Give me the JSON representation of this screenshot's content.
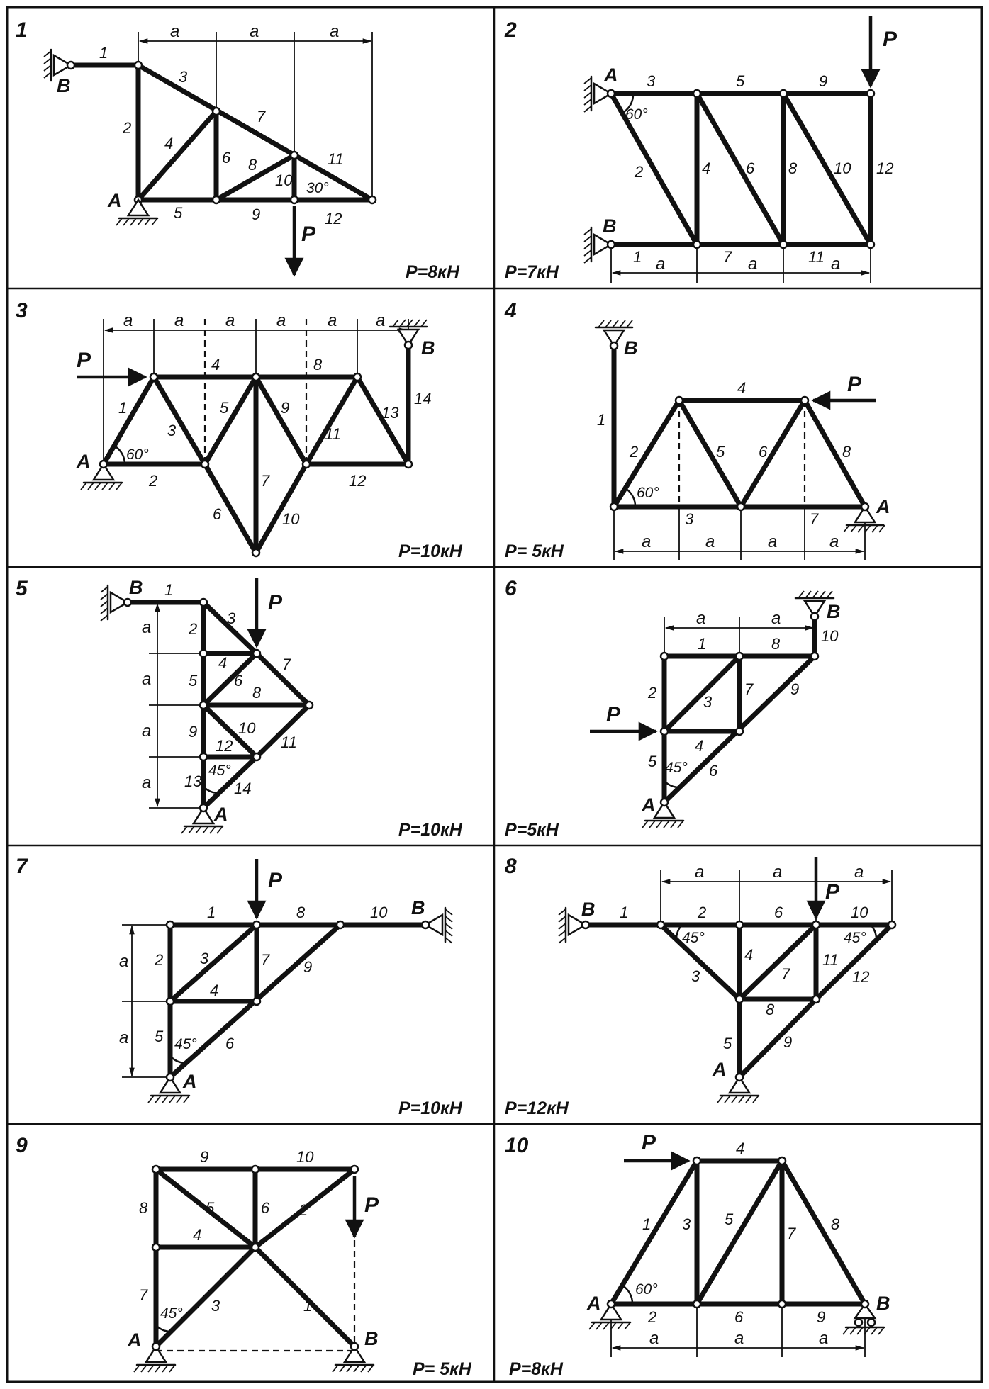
{
  "panels": [
    {
      "number": "1",
      "value": "P=8кН",
      "support_labels": [
        "A",
        "B"
      ],
      "force_label": "P",
      "dims": [
        "a",
        "a",
        "a"
      ],
      "angles": [
        "30°"
      ],
      "members": [
        "1",
        "2",
        "3",
        "4",
        "5",
        "6",
        "7",
        "8",
        "9",
        "10",
        "11",
        "12"
      ]
    },
    {
      "number": "2",
      "value": "P=7кН",
      "support_labels": [
        "A",
        "B"
      ],
      "force_label": "P",
      "dims": [
        "a",
        "a",
        "a"
      ],
      "angles": [
        "60°"
      ],
      "members": [
        "1",
        "2",
        "3",
        "4",
        "5",
        "6",
        "7",
        "8",
        "9",
        "10",
        "11",
        "12"
      ]
    },
    {
      "number": "3",
      "value": "P=10кН",
      "support_labels": [
        "A",
        "B"
      ],
      "force_label": "P",
      "dims": [
        "a",
        "a",
        "a",
        "a",
        "a",
        "a"
      ],
      "angles": [
        "60°"
      ],
      "members": [
        "1",
        "2",
        "3",
        "4",
        "5",
        "6",
        "7",
        "8",
        "9",
        "10",
        "11",
        "12",
        "13",
        "14"
      ]
    },
    {
      "number": "4",
      "value": "P= 5кН",
      "support_labels": [
        "A",
        "B"
      ],
      "force_label": "P",
      "dims": [
        "a",
        "a",
        "a",
        "a"
      ],
      "angles": [
        "60°"
      ],
      "members": [
        "1",
        "2",
        "3",
        "4",
        "5",
        "6",
        "7",
        "8"
      ]
    },
    {
      "number": "5",
      "value": "P=10кН",
      "support_labels": [
        "A",
        "B"
      ],
      "force_label": "P",
      "dims": [
        "a",
        "a",
        "a",
        "a"
      ],
      "angles": [
        "45°"
      ],
      "members": [
        "1",
        "2",
        "3",
        "4",
        "5",
        "6",
        "7",
        "8",
        "9",
        "10",
        "11",
        "12",
        "13",
        "14"
      ]
    },
    {
      "number": "6",
      "value": "P=5кН",
      "support_labels": [
        "A",
        "B"
      ],
      "force_label": "P",
      "dims": [
        "a",
        "a"
      ],
      "angles": [
        "45°"
      ],
      "members": [
        "1",
        "2",
        "3",
        "4",
        "5",
        "6",
        "7",
        "8",
        "9",
        "10"
      ]
    },
    {
      "number": "7",
      "value": "P=10кН",
      "support_labels": [
        "A",
        "B"
      ],
      "force_label": "P",
      "dims": [
        "a",
        "a"
      ],
      "angles": [
        "45°"
      ],
      "members": [
        "1",
        "2",
        "3",
        "4",
        "5",
        "6",
        "7",
        "8",
        "9",
        "10"
      ]
    },
    {
      "number": "8",
      "value": "P=12кН",
      "support_labels": [
        "A",
        "B"
      ],
      "force_label": "P",
      "dims": [
        "a",
        "a",
        "a"
      ],
      "angles": [
        "45°",
        "45°"
      ],
      "members": [
        "1",
        "2",
        "3",
        "4",
        "5",
        "6",
        "7",
        "8",
        "9",
        "10",
        "11",
        "12"
      ]
    },
    {
      "number": "9",
      "value": "P= 5кН",
      "support_labels": [
        "A",
        "B"
      ],
      "force_label": "P",
      "dims": [],
      "angles": [
        "45°"
      ],
      "members": [
        "1",
        "2",
        "3",
        "4",
        "5",
        "6",
        "7",
        "8",
        "9",
        "10"
      ]
    },
    {
      "number": "10",
      "value": "P=8кН",
      "support_labels": [
        "A",
        "B"
      ],
      "force_label": "P",
      "dims": [
        "a",
        "a",
        "a"
      ],
      "angles": [
        "60°"
      ],
      "members": [
        "1",
        "2",
        "3",
        "4",
        "5",
        "6",
        "7",
        "8",
        "9"
      ]
    }
  ]
}
